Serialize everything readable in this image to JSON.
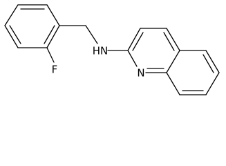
{
  "structure": {
    "atoms": {
      "fluorine": "F",
      "amine": "HN",
      "ring_nitrogen": "N"
    }
  },
  "colors": {
    "bond": "#000000",
    "label": "#000000",
    "background": "#ffffff"
  }
}
